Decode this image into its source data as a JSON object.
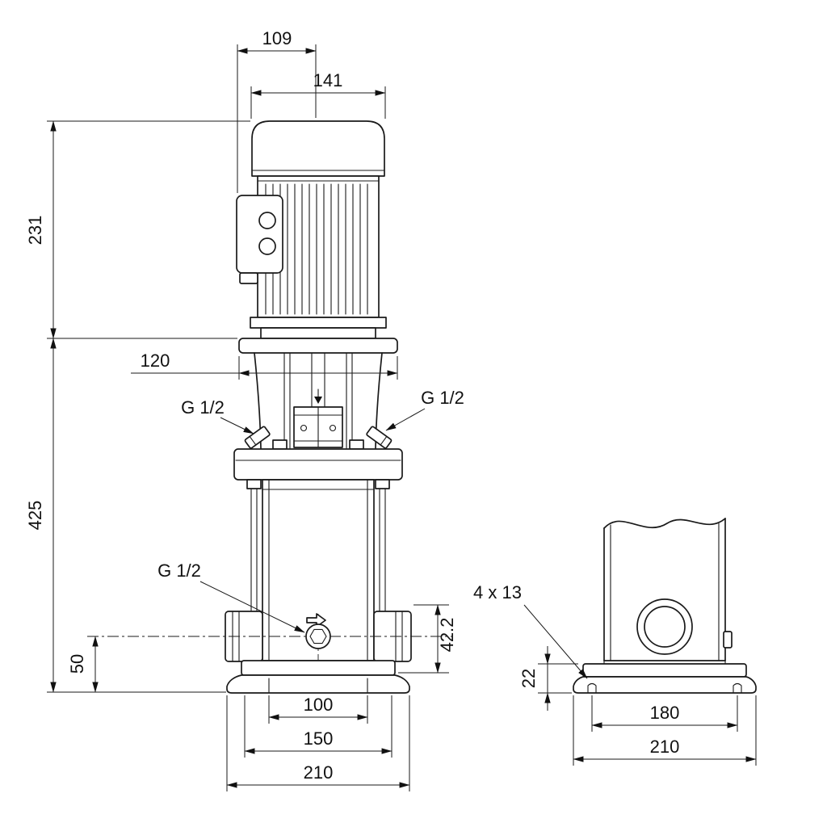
{
  "front_view": {
    "dims": {
      "motor_cap_width": "109",
      "motor_width": "141",
      "motor_height": "231",
      "head_flange_width": "120",
      "pump_height": "425",
      "port_axis_height": "50",
      "port_flange_height": "42.2",
      "foot_slot_spacing": "100",
      "foot_width": "150",
      "base_width": "210"
    },
    "labels": {
      "plug_top_left": "G 1/2",
      "plug_top_right": "G 1/2",
      "drain_plug": "G 1/2"
    }
  },
  "side_view": {
    "dims": {
      "foot_holes": "4 x 13",
      "base_height": "22",
      "hole_spacing": "180",
      "base_width": "210"
    }
  }
}
